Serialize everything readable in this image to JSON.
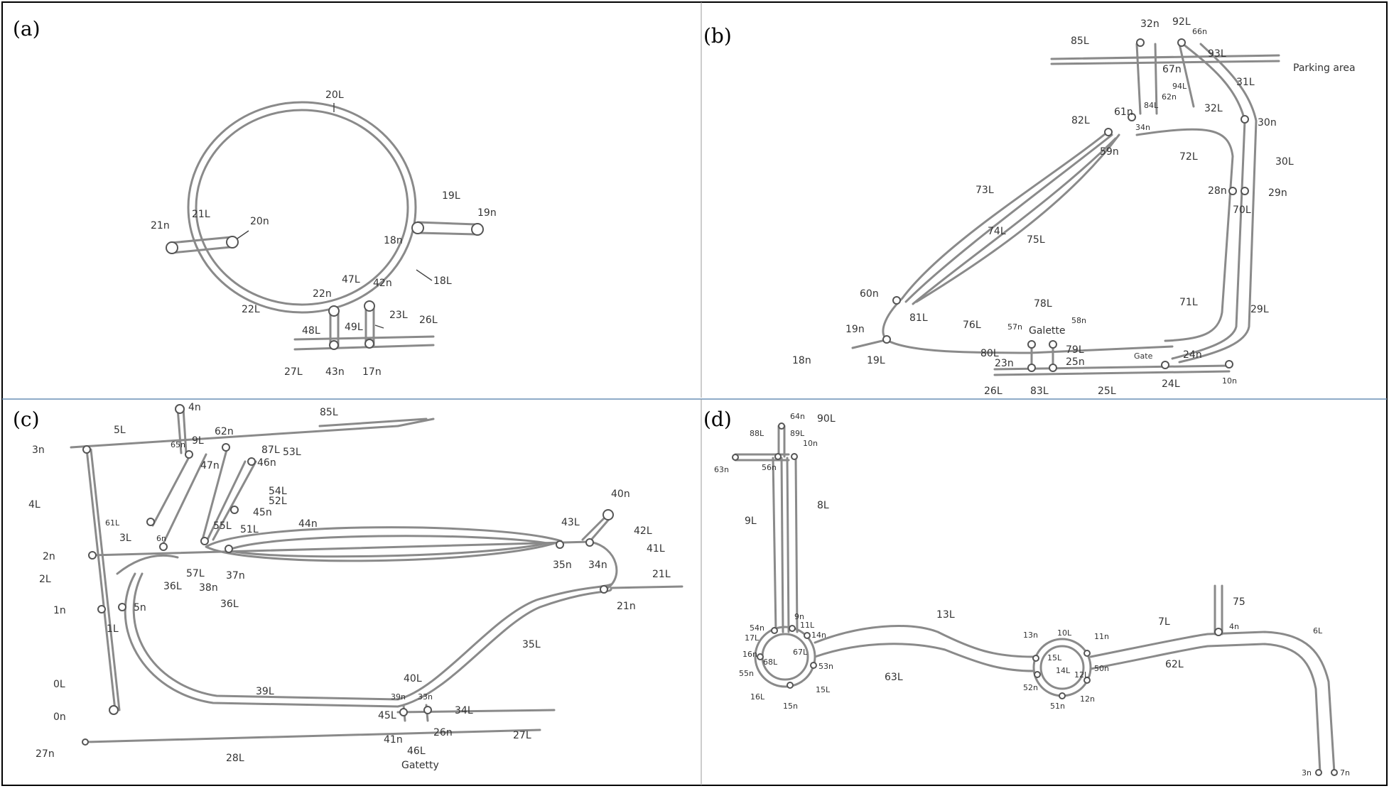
{
  "panels": [
    {
      "id": "a",
      "letter": "(a)",
      "labels": {
        "20L": "20L",
        "21L": "21L",
        "21n": "21n",
        "20n": "20n",
        "19L": "19L",
        "19n": "19n",
        "18n": "18n",
        "18L": "18L",
        "22L": "22L",
        "22n": "22n",
        "47L": "47L",
        "42n": "42n",
        "23L": "23L",
        "26L": "26L",
        "48L": "48L",
        "49L": "49L",
        "27L": "27L",
        "43n": "43n",
        "17n": "17n"
      }
    },
    {
      "id": "b",
      "letter": "(b)",
      "labels": {
        "32n": "32n",
        "92L": "92L",
        "66n": "66n",
        "85L": "85L",
        "93L": "93L",
        "67n": "67n",
        "94L": "94L",
        "31L": "31L",
        "parking": "Parking area",
        "84L": "84L",
        "62n": "62n",
        "61n": "61n",
        "82L": "82L",
        "34n": "34n",
        "32L": "32L",
        "30n": "30n",
        "59n": "59n",
        "72L": "72L",
        "30L": "30L",
        "28n": "28n",
        "29n": "29n",
        "70L": "70L",
        "73L": "73L",
        "74L": "74L",
        "75L": "75L",
        "29L": "29L",
        "60n": "60n",
        "81L": "81L",
        "78L": "78L",
        "57n": "57n",
        "58n": "58n",
        "71L": "71L",
        "76L": "76L",
        "galette": "Galette",
        "19n": "19n",
        "18n": "18n",
        "19L": "19L",
        "80L": "80L",
        "79L": "79L",
        "23n": "23n",
        "25n": "25n",
        "gate": "Gate",
        "24n": "24n",
        "10n": "10n",
        "26L": "26L",
        "83L": "83L",
        "25L": "25L",
        "24L": "24L"
      }
    },
    {
      "id": "c",
      "letter": "(c)",
      "labels": {
        "4n": "4n",
        "85L": "85L",
        "5L": "5L",
        "3n": "3n",
        "65n": "65n",
        "9L": "9L",
        "62n": "62n",
        "87L": "87L",
        "53L": "53L",
        "47n": "47n",
        "46n": "46n",
        "4L": "4L",
        "54L": "54L",
        "52L": "52L",
        "45n": "45n",
        "51L": "51L",
        "44n": "44n",
        "61L": "61L",
        "3L": "3L",
        "6n": "6n",
        "55L": "55L",
        "40n": "40n",
        "43L": "43L",
        "42L": "42L",
        "41L": "41L",
        "2n": "2n",
        "35n": "35n",
        "34n": "34n",
        "2L": "2L",
        "57L": "57L",
        "38n": "38n",
        "37n": "37n",
        "36L": "36L",
        "36L_b": "36L",
        "21L": "21L",
        "1n": "1n",
        "5n": "5n",
        "1L": "1L",
        "21n": "21n",
        "35L": "35L",
        "0L": "0L",
        "39L": "39L",
        "40L": "40L",
        "39n": "39n",
        "33n": "33n",
        "0n": "0n",
        "45L": "45L",
        "34L": "34L",
        "27n": "27n",
        "41n": "41n",
        "26n": "26n",
        "27L": "27L",
        "28L": "28L",
        "46L": "46L",
        "gatetty": "Gatetty"
      }
    },
    {
      "id": "d",
      "letter": "(d)",
      "labels": {
        "64n": "64n",
        "90L": "90L",
        "88L": "88L",
        "89L": "89L",
        "10n": "10n",
        "63n": "63n",
        "56n": "56n",
        "9L": "9L",
        "8L": "8L",
        "13L": "13L",
        "10L": "10L",
        "11n": "11n",
        "7L": "7L",
        "4n": "4n",
        "75": "75",
        "6L": "6L",
        "54n": "54n",
        "9n": "9n",
        "11L": "11L",
        "14n": "14n",
        "17L": "17L",
        "16n": "16n",
        "68L": "68L",
        "67L": "67L",
        "53n": "53n",
        "55n": "55n",
        "16L": "16L",
        "15n": "15n",
        "15L": "15L",
        "63L": "63L",
        "13n": "13n",
        "15L_b": "15L",
        "14L": "14L",
        "12L": "12L",
        "50n": "50n",
        "52n": "52n",
        "51n": "51n",
        "12n": "12n",
        "62L": "62L",
        "3n": "3n",
        "7n": "7n"
      }
    }
  ]
}
